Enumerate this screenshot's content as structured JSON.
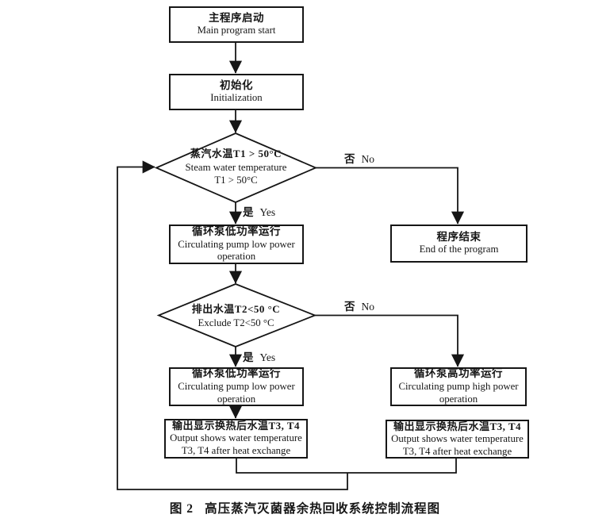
{
  "caption": {
    "label": "图 2",
    "text": "高压蒸汽灭菌器余热回收系统控制流程图"
  },
  "nodes": {
    "start": {
      "zh": "主程序启动",
      "en": [
        "Main program start"
      ]
    },
    "init": {
      "zh": "初始化",
      "en": [
        "Initialization"
      ]
    },
    "decision1": {
      "zh": "蒸汽水温T1 > 50°C",
      "en": [
        "Steam water temperature",
        "T1 > 50°C"
      ]
    },
    "end_program": {
      "zh": "程序结束",
      "en": [
        "End of the program"
      ]
    },
    "pump_low_1": {
      "zh": "循环泵低功率运行",
      "en": [
        "Circulating pump low power",
        "operation"
      ]
    },
    "decision2": {
      "zh": "排出水温T2<50 °C",
      "en": [
        "Exclude T2<50 °C"
      ]
    },
    "pump_low_2": {
      "zh": "循环泵低功率运行",
      "en": [
        "Circulating pump low power",
        "operation"
      ]
    },
    "pump_high": {
      "zh": "循环泵高功率运行",
      "en": [
        "Circulating pump high power",
        "operation"
      ]
    },
    "output_left": {
      "zh": "输出显示换热后水温T3, T4",
      "en": [
        "Output shows water temperature",
        "T3, T4 after heat exchange"
      ]
    },
    "output_right": {
      "zh": "输出显示换热后水温T3, T4",
      "en": [
        "Output shows water temperature",
        "T3, T4 after heat exchange"
      ]
    }
  },
  "labels": {
    "no1": {
      "zh": "否",
      "en": "No"
    },
    "yes1": {
      "zh": "是",
      "en": "Yes"
    },
    "no2": {
      "zh": "否",
      "en": "No"
    },
    "yes2": {
      "zh": "是",
      "en": "Yes"
    }
  },
  "edges": [
    {
      "from": "start",
      "to": "init"
    },
    {
      "from": "init",
      "to": "decision1"
    },
    {
      "from": "decision1",
      "to": "pump_low_1",
      "label": "是 Yes"
    },
    {
      "from": "decision1",
      "to": "end_program",
      "label": "否 No"
    },
    {
      "from": "pump_low_1",
      "to": "decision2"
    },
    {
      "from": "decision2",
      "to": "pump_low_2",
      "label": "是 Yes"
    },
    {
      "from": "decision2",
      "to": "pump_high",
      "label": "否 No"
    },
    {
      "from": "pump_low_2",
      "to": "output_left"
    },
    {
      "from": "pump_high",
      "to": "output_right"
    },
    {
      "from": "output_left",
      "to": "decision1"
    },
    {
      "from": "output_right",
      "to": "decision1"
    }
  ],
  "colors": {
    "line": "#161616",
    "background": "#ffffff"
  }
}
